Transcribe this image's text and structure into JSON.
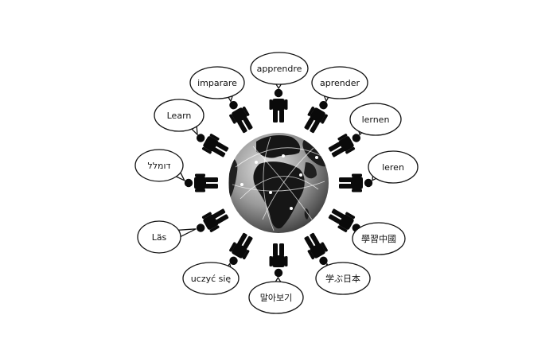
{
  "colors": {
    "background": "#ffffff",
    "figure": "#0a0a0a",
    "globe_light": "#dcdcdc",
    "globe_dark": "#4a4a4a",
    "land": "#101010"
  },
  "speakers": [
    {
      "word": "apprendre"
    },
    {
      "word": "aprender"
    },
    {
      "word": "lernen"
    },
    {
      "word": "leren"
    },
    {
      "word": "學習中國"
    },
    {
      "word": "学ぶ日本"
    },
    {
      "word": "말아보기"
    },
    {
      "word": "uczyć się"
    },
    {
      "word": "Läs"
    },
    {
      "word": "דומלל"
    },
    {
      "word": "Learn"
    },
    {
      "word": "imparare"
    }
  ]
}
